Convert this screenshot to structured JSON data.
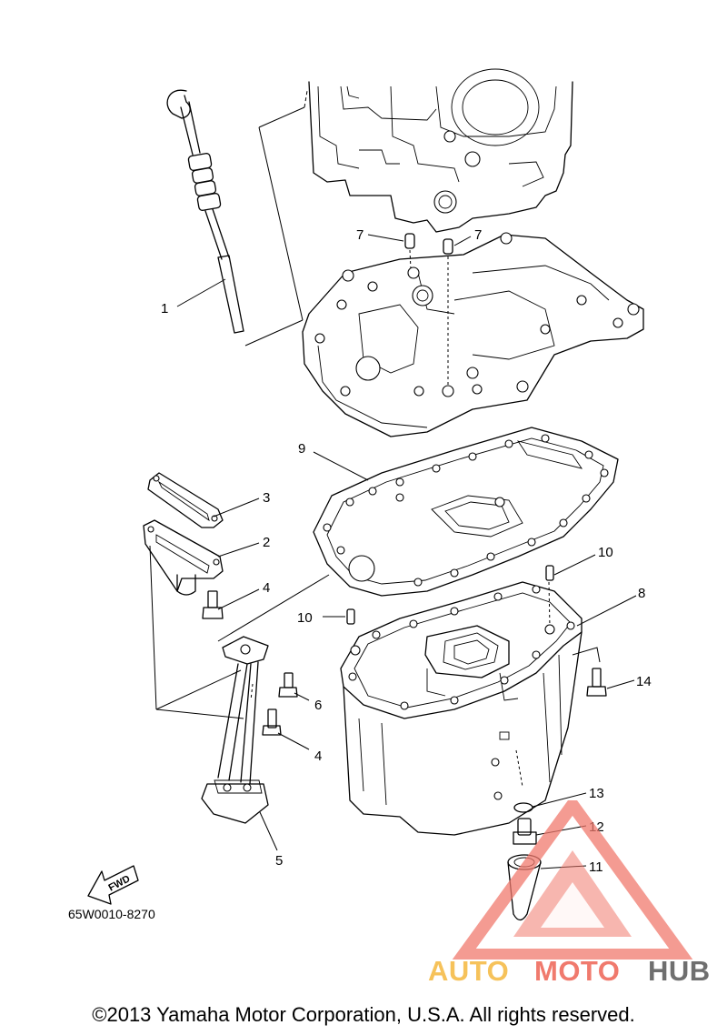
{
  "labels": {
    "p1": "1",
    "p2": "2",
    "p3": "3",
    "p4a": "4",
    "p4b": "4",
    "p5": "5",
    "p6": "6",
    "p7a": "7",
    "p7b": "7",
    "p8": "8",
    "p9": "9",
    "p10a": "10",
    "p10b": "10",
    "p11": "11",
    "p12": "12",
    "p13": "13",
    "p14": "14"
  },
  "fwd_label": "FWD",
  "drawing_code": "65W0010-8270",
  "watermark": {
    "auto": "AUTO",
    "moto": "MOTO",
    "hub": "HUB"
  },
  "copyright": "©2013 Yamaha Motor Corporation, U.S.A. All rights reserved.",
  "colors": {
    "watermark_red": "#f07a6d",
    "watermark_yellow": "#f6c25a",
    "watermark_gray": "#6f6f6f"
  }
}
